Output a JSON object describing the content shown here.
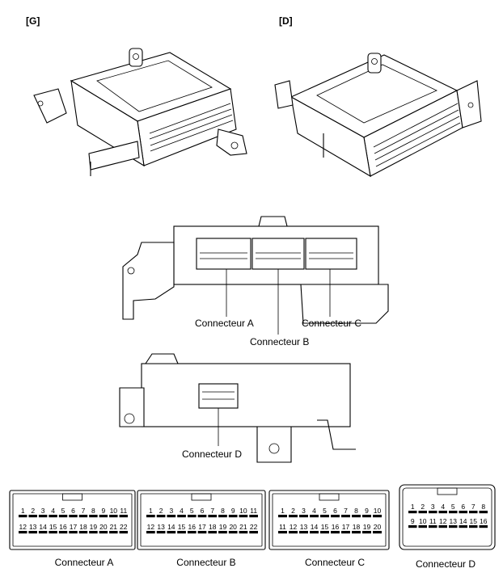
{
  "views": {
    "left_tag": "[G]",
    "right_tag": "[D]"
  },
  "callouts": {
    "a": "Connecteur A",
    "b": "Connecteur B",
    "c": "Connecteur C",
    "d": "Connecteur D"
  },
  "connectors": [
    {
      "caption": "Connecteur A",
      "top_row": [
        "1",
        "2",
        "3",
        "4",
        "5",
        "6",
        "7",
        "8",
        "9",
        "10",
        "11"
      ],
      "bottom_row": [
        "12",
        "13",
        "14",
        "15",
        "16",
        "17",
        "18",
        "19",
        "20",
        "21",
        "22"
      ]
    },
    {
      "caption": "Connecteur B",
      "top_row": [
        "1",
        "2",
        "3",
        "4",
        "5",
        "6",
        "7",
        "8",
        "9",
        "10",
        "11"
      ],
      "bottom_row": [
        "12",
        "13",
        "14",
        "15",
        "16",
        "17",
        "18",
        "19",
        "20",
        "21",
        "22"
      ]
    },
    {
      "caption": "Connecteur C",
      "top_row": [
        "1",
        "2",
        "3",
        "4",
        "5",
        "6",
        "7",
        "8",
        "9",
        "10"
      ],
      "bottom_row": [
        "11",
        "12",
        "13",
        "14",
        "15",
        "16",
        "17",
        "18",
        "19",
        "20"
      ]
    },
    {
      "caption": "Connecteur D",
      "top_row": [
        "1",
        "2",
        "3",
        "4",
        "5",
        "6",
        "7",
        "8"
      ],
      "bottom_row": [
        "9",
        "10",
        "11",
        "12",
        "13",
        "14",
        "15",
        "16"
      ]
    }
  ]
}
